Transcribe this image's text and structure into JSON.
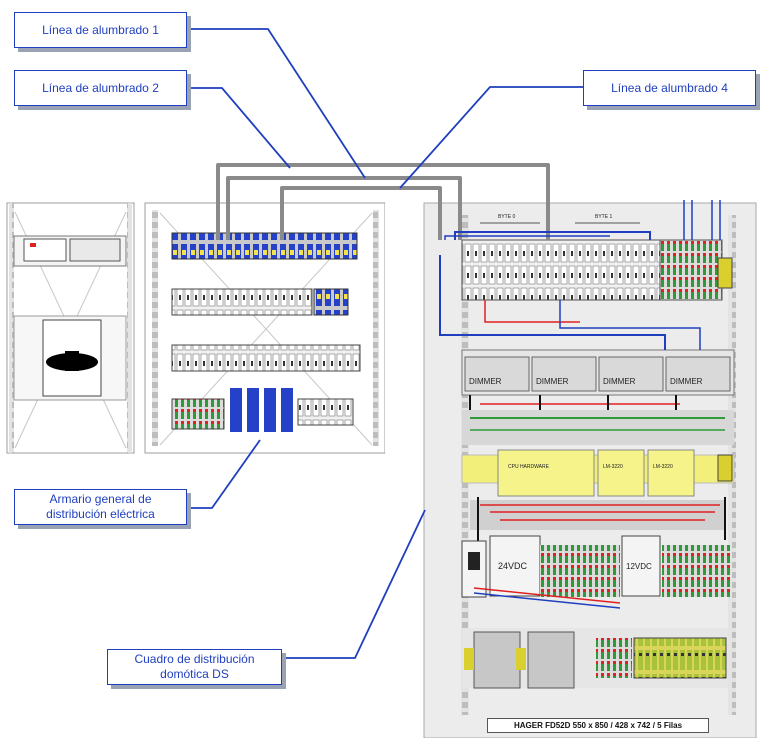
{
  "callouts": {
    "line1": "Línea de alumbrado 1",
    "line2": "Línea de alumbrado 2",
    "line4": "Línea de alumbrado 4",
    "general_cabinet_l1": "Armario general de",
    "general_cabinet_l2": "distribución eléctrica",
    "domotic_panel_l1": "Cuadro de distribución",
    "domotic_panel_l2": "domótica DS"
  },
  "panel_labels": {
    "dimmer": "DIMMER",
    "cpu": "CPU HARDWARE",
    "module_a": "LM-3220",
    "module_b": "LM-3220",
    "psu_24": "24VDC",
    "psu_12": "12VDC",
    "byte_0": "BYTE 0",
    "byte_1": "BYTE 1",
    "footer": "HAGER FD52D 550 x 850 / 428 x 742 / 5 Filas"
  },
  "colors": {
    "callout_border": "#1f3fbf",
    "leader_line": "#1f3fbf",
    "cable": "#8a8a8a",
    "wire_red": "#e02020",
    "wire_blue": "#1f3fbf",
    "wire_black": "#111111",
    "din_yellow": "#f2f07a"
  }
}
